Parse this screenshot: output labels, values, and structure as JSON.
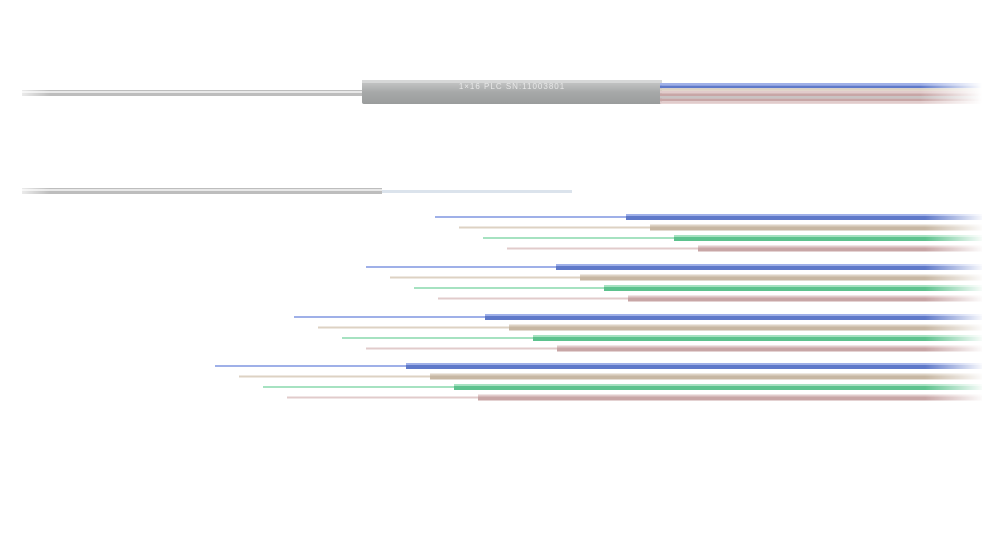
{
  "product": {
    "housing_label": "1×16 PLC SN:11003801"
  },
  "colors": {
    "background": "#ffffff",
    "input_fiber": "#b9b9b9",
    "input_fiber_highlight": "#e4e4e4",
    "housing": "#a9abab",
    "housing_top": "#c6c7c7",
    "housing_text": "#e6e6e6",
    "bare_fiber": "#dfe6ee",
    "blue": "#5f79c9",
    "blue_light": "#9fb0e8",
    "tan": "#c7b7a3",
    "tan_light": "#ddd2c3",
    "green": "#5dc28e",
    "green_light": "#a6e2c1",
    "grey": "#c9c3c3",
    "pink": "#c8a6a6",
    "pink_light": "#e1cbcb"
  },
  "counts": {
    "output_groups": 4,
    "fibers_per_group": 4
  },
  "fiber_color_sequence": [
    "blue",
    "tan",
    "green",
    "pink"
  ]
}
